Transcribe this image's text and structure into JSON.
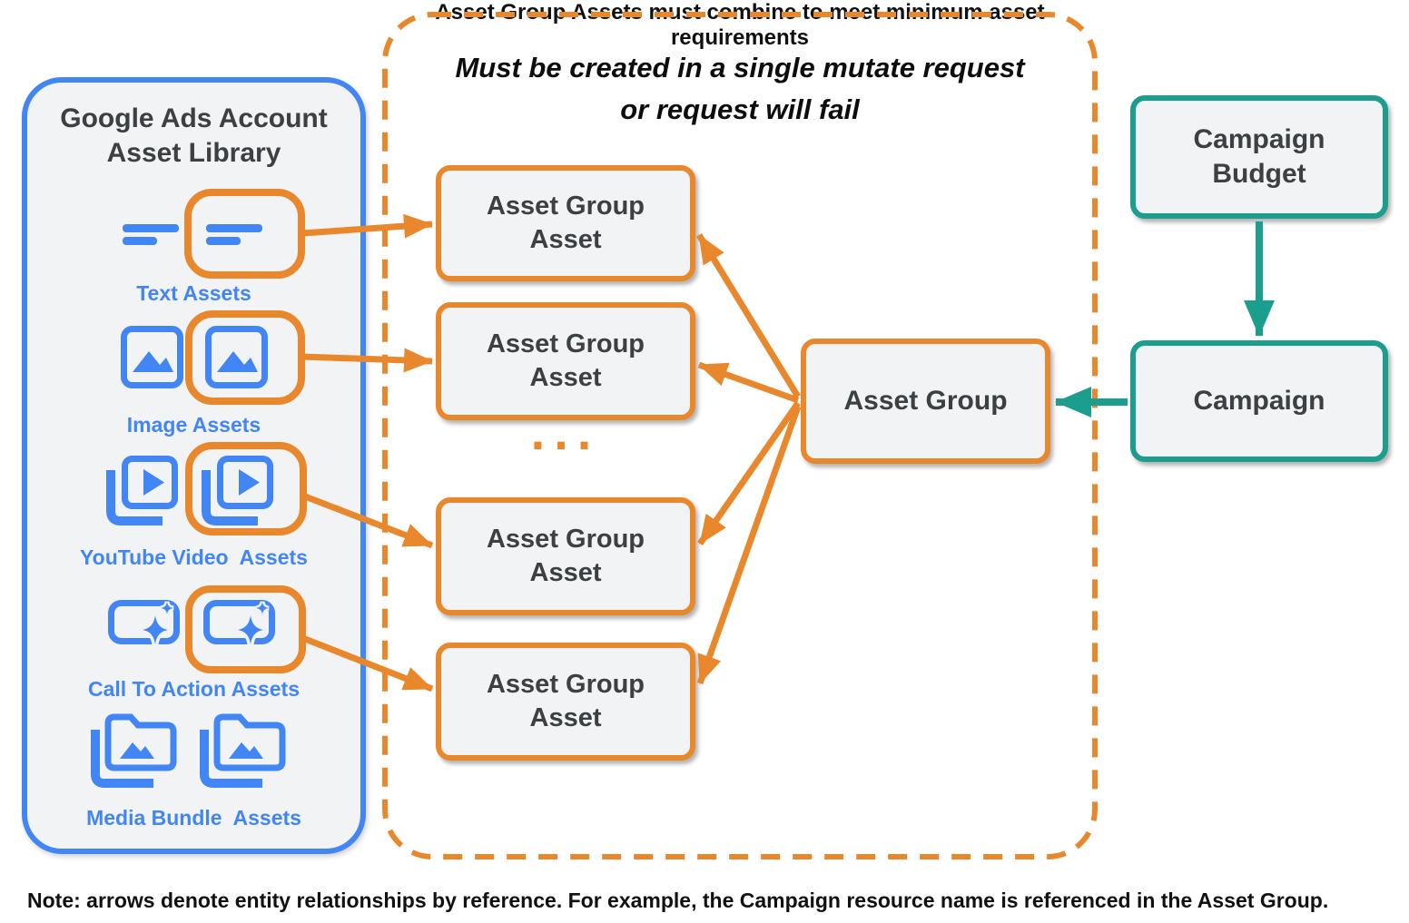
{
  "library": {
    "title": "Google Ads Account Asset Library",
    "items": [
      {
        "label": "Text Assets"
      },
      {
        "label": "Image Assets"
      },
      {
        "label": "YouTube Video  Assets"
      },
      {
        "label": "Call To Action Assets"
      },
      {
        "label": "Media Bundle  Assets"
      }
    ]
  },
  "mutate_request": {
    "title_line1": "Must be created in a single mutate request",
    "title_line2": "or request will fail",
    "asset_group_assets": [
      "Asset Group Asset",
      "Asset Group Asset",
      "Asset Group Asset",
      "Asset Group Asset"
    ],
    "ellipsis": "...",
    "footnote": "Asset Group Assets must combine to meet minimum asset requirements"
  },
  "asset_group": {
    "label": "Asset Group"
  },
  "campaign_budget": {
    "label": "Campaign Budget"
  },
  "campaign": {
    "label": "Campaign"
  },
  "note": "Note: arrows denote entity relationships by reference. For example, the Campaign resource name is referenced in the Asset Group.",
  "colors": {
    "blue": "#4285F4",
    "orange": "#E8872C",
    "teal": "#1B9E8D",
    "box_fill": "#F1F3F4",
    "text_dark": "#3C4043"
  }
}
